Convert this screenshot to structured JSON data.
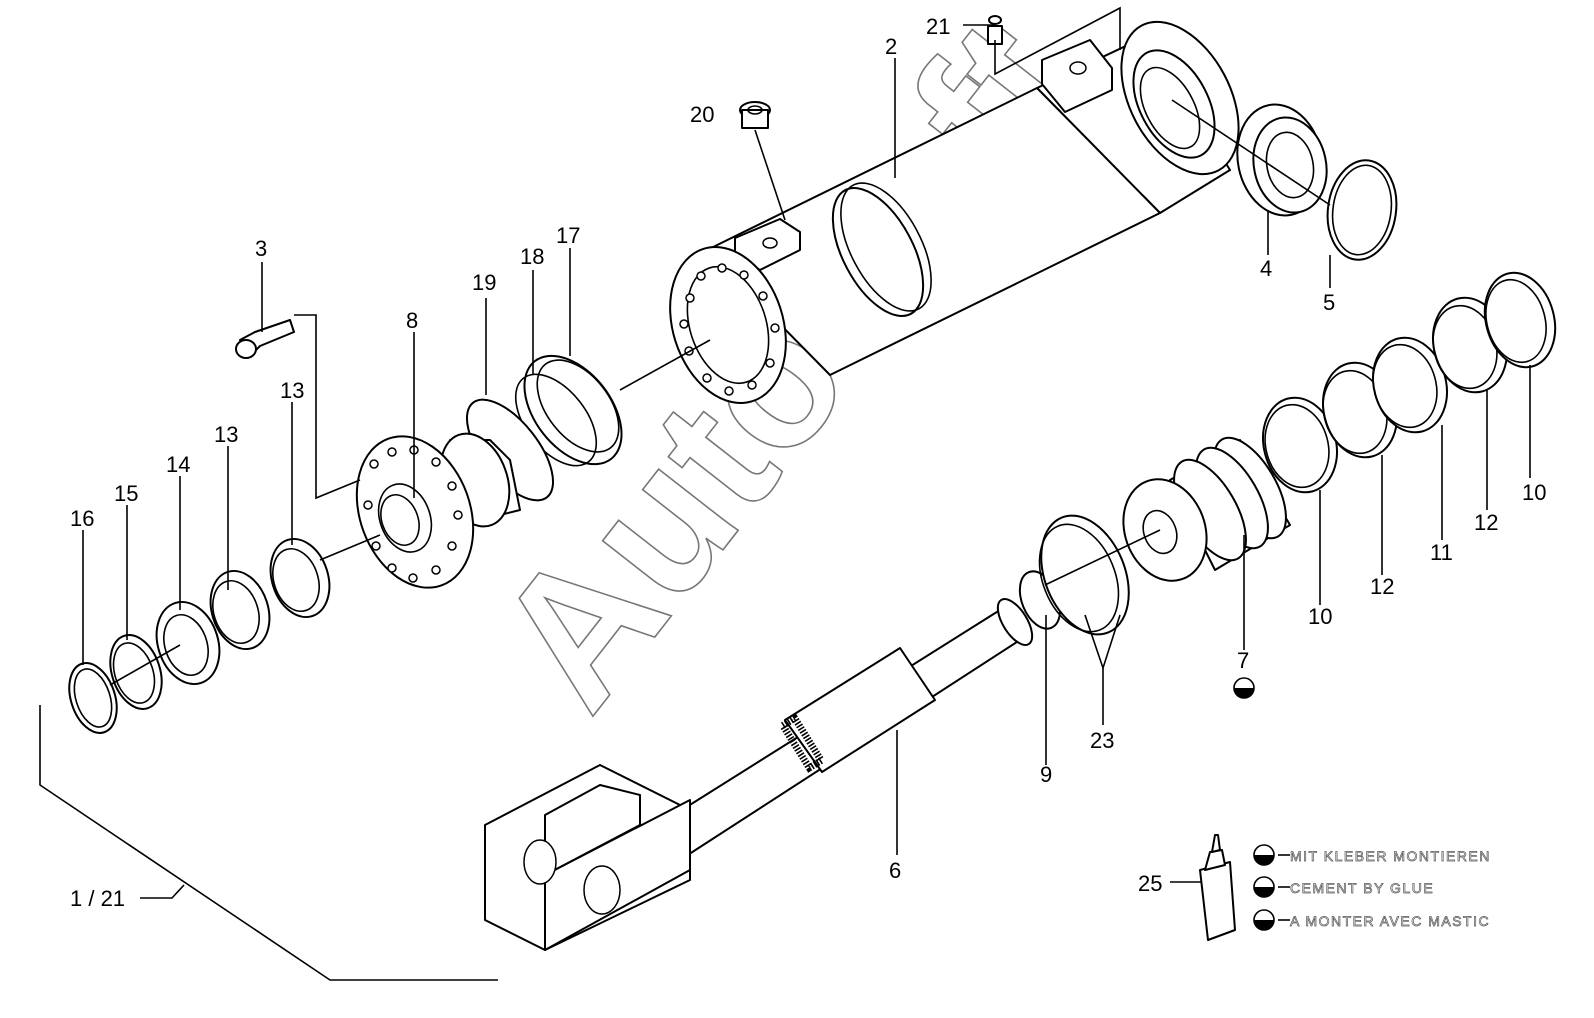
{
  "diagram": {
    "watermark": "AutoSoft",
    "callouts": {
      "c1_21": "1 / 21",
      "c2": "2",
      "c3": "3",
      "c4": "4",
      "c5": "5",
      "c6": "6",
      "c7": "7",
      "c8": "8",
      "c9": "9",
      "c10a": "10",
      "c10b": "10",
      "c11": "11",
      "c12a": "12",
      "c12b": "12",
      "c13a": "13",
      "c13b": "13",
      "c14": "14",
      "c15": "15",
      "c16": "16",
      "c17": "17",
      "c18": "18",
      "c19": "19",
      "c20": "20",
      "c21": "21",
      "c23": "23",
      "c25": "25"
    },
    "legend": [
      "MIT KLEBER MONTIEREN",
      "CEMENT BY GLUE",
      "A MONTER AVEC MASTIC"
    ]
  }
}
